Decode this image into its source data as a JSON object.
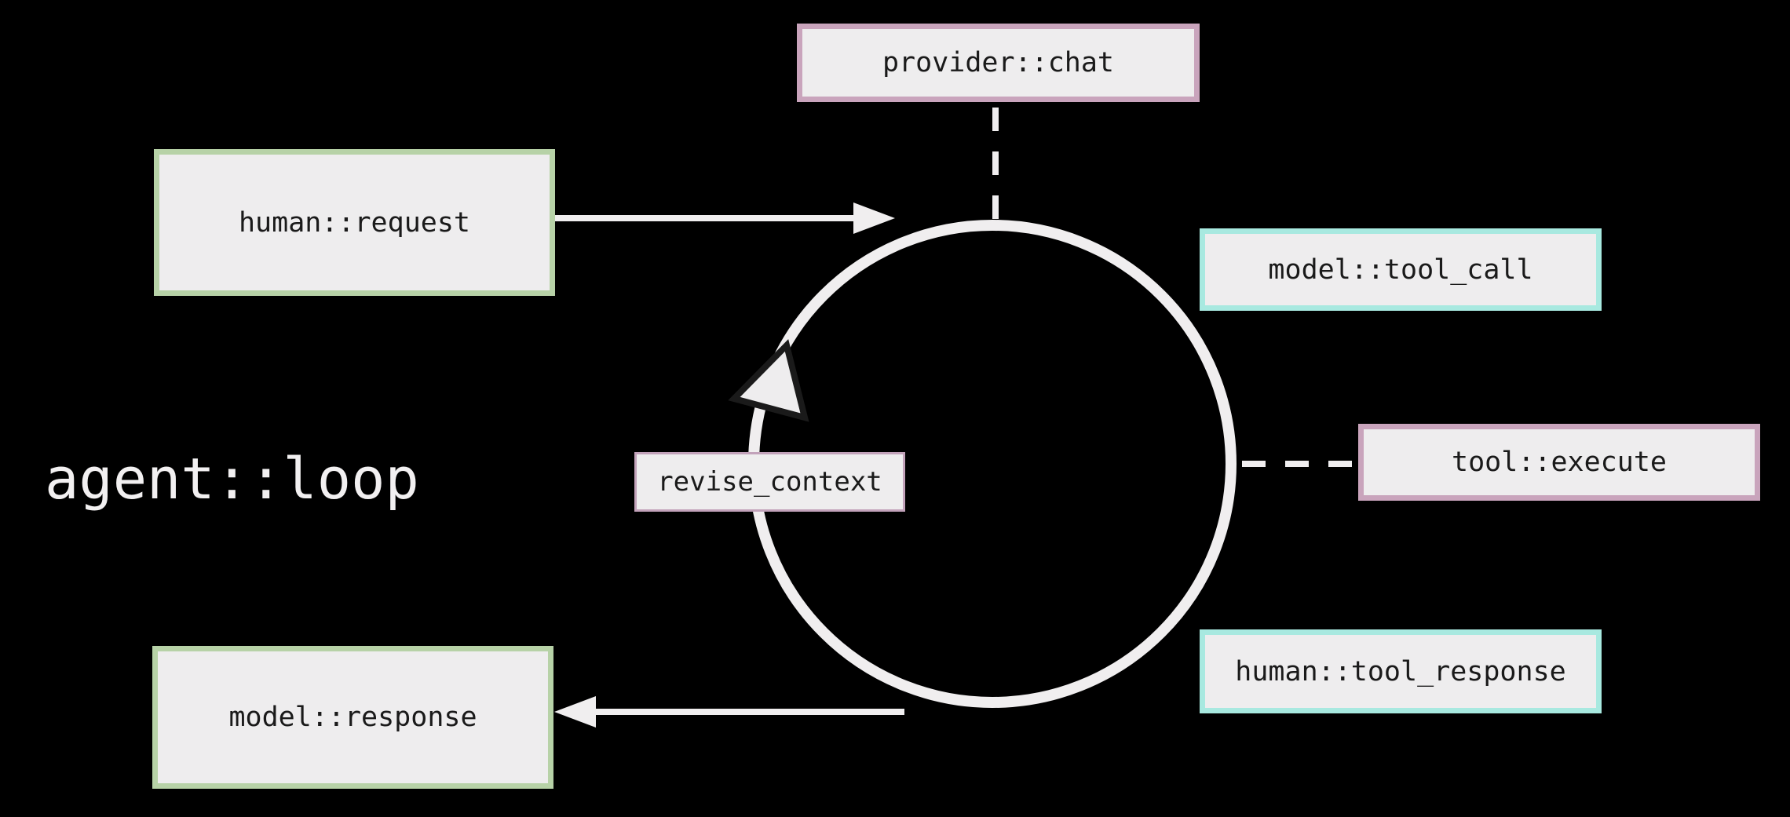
{
  "title": "agent::loop",
  "loop": {
    "label": "agent::loop",
    "direction": "clockwise"
  },
  "colors": {
    "background": "#000000",
    "node_fill": "#eeedee",
    "node_text": "#1a1a1a",
    "line_white": "#f0eeef",
    "title_white": "#f2f0f1",
    "green_border": "#b7d2a7",
    "teal_border": "#a8e9e0",
    "pink_border": "#c9a4bc",
    "revise_pink_border": "#c2a2ba",
    "arrowhead_outline": "#1a1a1a"
  },
  "nodes": [
    {
      "id": "provider-chat",
      "label": "provider::chat",
      "border_hex": "#c9a4bc"
    },
    {
      "id": "human-request",
      "label": "human::request",
      "border_hex": "#b7d2a7"
    },
    {
      "id": "model-tool-call",
      "label": "model::tool_call",
      "border_hex": "#a8e9e0"
    },
    {
      "id": "tool-execute",
      "label": "tool::execute",
      "border_hex": "#c9a4bc"
    },
    {
      "id": "human-tool-response",
      "label": "human::tool_response",
      "border_hex": "#a8e9e0"
    },
    {
      "id": "model-response",
      "label": "model::response",
      "border_hex": "#b7d2a7"
    },
    {
      "id": "revise-context",
      "label": "revise_context",
      "border_hex": "#c2a2ba"
    }
  ],
  "edges": [
    {
      "from": "human::request",
      "to": "agent::loop",
      "style": "solid-arrow"
    },
    {
      "from": "agent::loop",
      "to": "model::response",
      "style": "solid-arrow"
    },
    {
      "from": "provider::chat",
      "to": "agent::loop",
      "style": "dashed"
    },
    {
      "from": "tool::execute",
      "to": "agent::loop",
      "style": "dashed"
    },
    {
      "from": "revise_context",
      "on": "agent::loop",
      "style": "label-on-circle"
    }
  ]
}
